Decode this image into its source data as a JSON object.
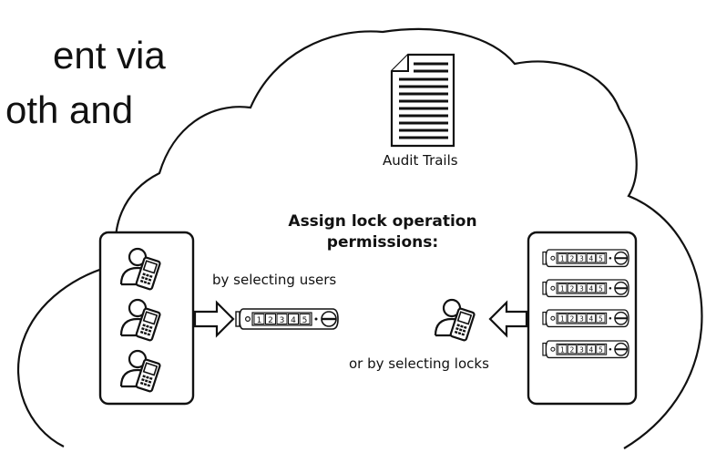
{
  "heading": {
    "line1": "ent via",
    "line2": "oth and"
  },
  "diagram": {
    "audit_trails_label": "Audit Trails",
    "assign_title_line1": "Assign lock operation",
    "assign_title_line2": "permissions:",
    "by_users_label": "by selecting users",
    "by_locks_label": "or by selecting locks",
    "keypad_digits": [
      "1",
      "2",
      "3",
      "4",
      "5"
    ]
  },
  "colors": {
    "ink": "#111111",
    "background": "#ffffff"
  }
}
